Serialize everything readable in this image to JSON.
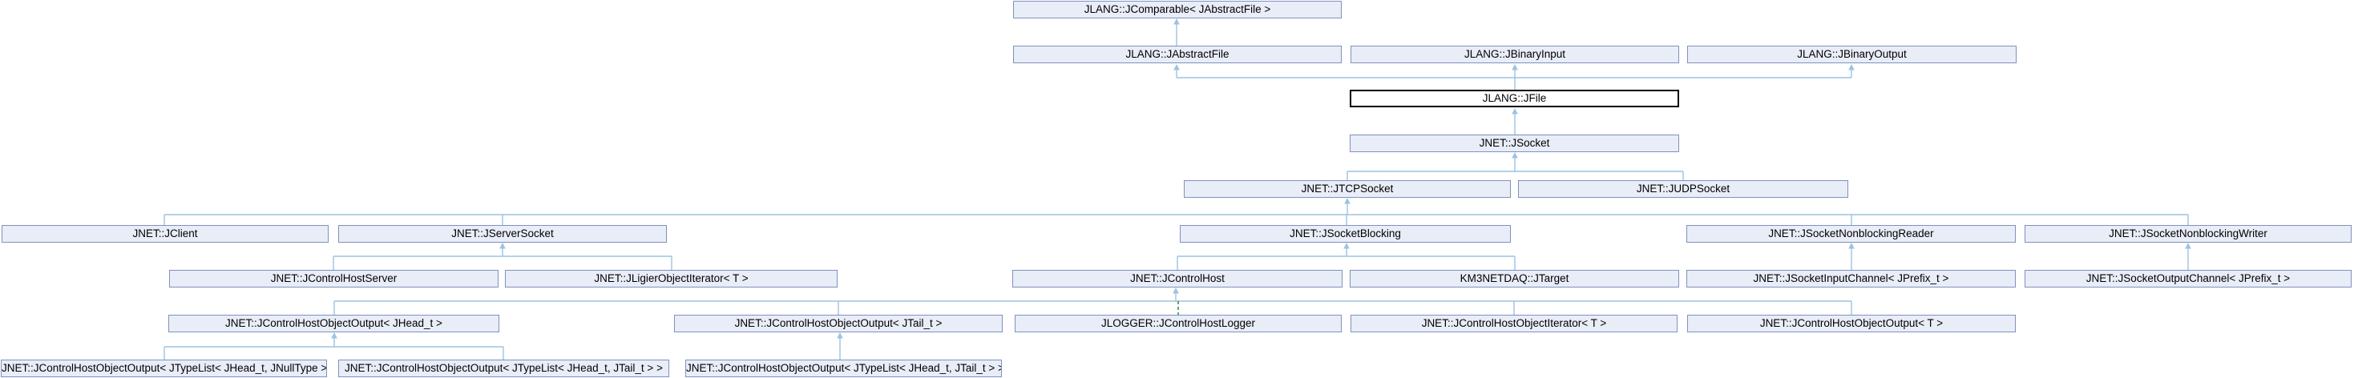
{
  "diagram": {
    "type": "class-inheritance-graph",
    "colors": {
      "node_fill": "#E8EDF7",
      "node_border": "#8191BE",
      "current_node_fill": "#FFFFFF",
      "current_node_border": "#000000",
      "edge_solid": "#9CC3E1",
      "edge_dashed": "#267F26",
      "text": "#000000",
      "background": "#FFFFFF"
    },
    "nodes": [
      {
        "label": "JLANG::JComparable< JAbstractFile >"
      },
      {
        "label": "JLANG::JAbstractFile"
      },
      {
        "label": "JLANG::JBinaryInput"
      },
      {
        "label": "JLANG::JBinaryOutput"
      },
      {
        "label": "JLANG::JFile",
        "current": true
      },
      {
        "label": "JNET::JSocket"
      },
      {
        "label": "JNET::JTCPSocket"
      },
      {
        "label": "JNET::JUDPSocket"
      },
      {
        "label": "JNET::JClient"
      },
      {
        "label": "JNET::JServerSocket"
      },
      {
        "label": "JNET::JSocketBlocking"
      },
      {
        "label": "JNET::JSocketNonblockingReader"
      },
      {
        "label": "JNET::JSocketNonblockingWriter"
      },
      {
        "label": "JNET::JControlHostServer"
      },
      {
        "label": "JNET::JLigierObjectIterator< T >"
      },
      {
        "label": "JNET::JControlHost"
      },
      {
        "label": "KM3NETDAQ::JTarget"
      },
      {
        "label": "JNET::JSocketInputChannel< JPrefix_t >"
      },
      {
        "label": "JNET::JSocketOutputChannel< JPrefix_t >"
      },
      {
        "label": "JNET::JControlHostObjectOutput< JHead_t >"
      },
      {
        "label": "JNET::JControlHostObjectOutput< JTail_t >"
      },
      {
        "label": "JLOGGER::JControlHostLogger"
      },
      {
        "label": "JNET::JControlHostObjectIterator< T >"
      },
      {
        "label": "JNET::JControlHostObjectOutput< T >"
      },
      {
        "label": "JNET::JControlHostObjectOutput< JTypeList< JHead_t, JNullType > >"
      },
      {
        "label": "JNET::JControlHostObjectOutput< JTypeList< JHead_t, JTail_t > >"
      },
      {
        "label": "JNET::JControlHostObjectOutput< JTypeList< JHead_t, JTail_t > >"
      }
    ],
    "edges": [
      {
        "child": "JLANG::JAbstractFile",
        "parent": "JLANG::JComparable< JAbstractFile >",
        "style": "solid"
      },
      {
        "child": "JLANG::JFile",
        "parent": "JLANG::JAbstractFile",
        "style": "solid"
      },
      {
        "child": "JLANG::JFile",
        "parent": "JLANG::JBinaryInput",
        "style": "solid"
      },
      {
        "child": "JLANG::JFile",
        "parent": "JLANG::JBinaryOutput",
        "style": "solid"
      },
      {
        "child": "JNET::JSocket",
        "parent": "JLANG::JFile",
        "style": "solid"
      },
      {
        "child": "JNET::JTCPSocket",
        "parent": "JNET::JSocket",
        "style": "solid"
      },
      {
        "child": "JNET::JUDPSocket",
        "parent": "JNET::JSocket",
        "style": "solid"
      },
      {
        "child": "JNET::JClient",
        "parent": "JNET::JTCPSocket",
        "style": "solid"
      },
      {
        "child": "JNET::JServerSocket",
        "parent": "JNET::JTCPSocket",
        "style": "solid"
      },
      {
        "child": "JNET::JSocketBlocking",
        "parent": "JNET::JTCPSocket",
        "style": "solid"
      },
      {
        "child": "JNET::JSocketNonblockingReader",
        "parent": "JNET::JTCPSocket",
        "style": "solid"
      },
      {
        "child": "JNET::JSocketNonblockingWriter",
        "parent": "JNET::JTCPSocket",
        "style": "solid"
      },
      {
        "child": "JNET::JControlHostServer",
        "parent": "JNET::JServerSocket",
        "style": "solid"
      },
      {
        "child": "JNET::JLigierObjectIterator< T >",
        "parent": "JNET::JServerSocket",
        "style": "solid"
      },
      {
        "child": "JNET::JControlHost",
        "parent": "JNET::JSocketBlocking",
        "style": "solid"
      },
      {
        "child": "KM3NETDAQ::JTarget",
        "parent": "JNET::JSocketBlocking",
        "style": "solid"
      },
      {
        "child": "JNET::JSocketInputChannel< JPrefix_t >",
        "parent": "JNET::JSocketNonblockingReader",
        "style": "solid"
      },
      {
        "child": "JNET::JSocketOutputChannel< JPrefix_t >",
        "parent": "JNET::JSocketNonblockingWriter",
        "style": "solid"
      },
      {
        "child": "JNET::JControlHostObjectOutput< JHead_t >",
        "parent": "JNET::JControlHost",
        "style": "solid"
      },
      {
        "child": "JNET::JControlHostObjectOutput< JTail_t >",
        "parent": "JNET::JControlHost",
        "style": "solid"
      },
      {
        "child": "JLOGGER::JControlHostLogger",
        "parent": "JNET::JControlHost",
        "style": "dashed"
      },
      {
        "child": "JNET::JControlHostObjectIterator< T >",
        "parent": "JNET::JControlHost",
        "style": "solid"
      },
      {
        "child": "JNET::JControlHostObjectOutput< T >",
        "parent": "JNET::JControlHost",
        "style": "solid"
      },
      {
        "child": "JNET::JControlHostObjectOutput< JTypeList< JHead_t, JNullType > >",
        "parent": "JNET::JControlHostObjectOutput< JHead_t >",
        "style": "solid"
      },
      {
        "child": "JNET::JControlHostObjectOutput< JTypeList< JHead_t, JTail_t > > (left)",
        "parent": "JNET::JControlHostObjectOutput< JHead_t >",
        "style": "solid"
      },
      {
        "child": "JNET::JControlHostObjectOutput< JTypeList< JHead_t, JTail_t > > (right)",
        "parent": "JNET::JControlHostObjectOutput< JTail_t >",
        "style": "solid"
      }
    ]
  }
}
